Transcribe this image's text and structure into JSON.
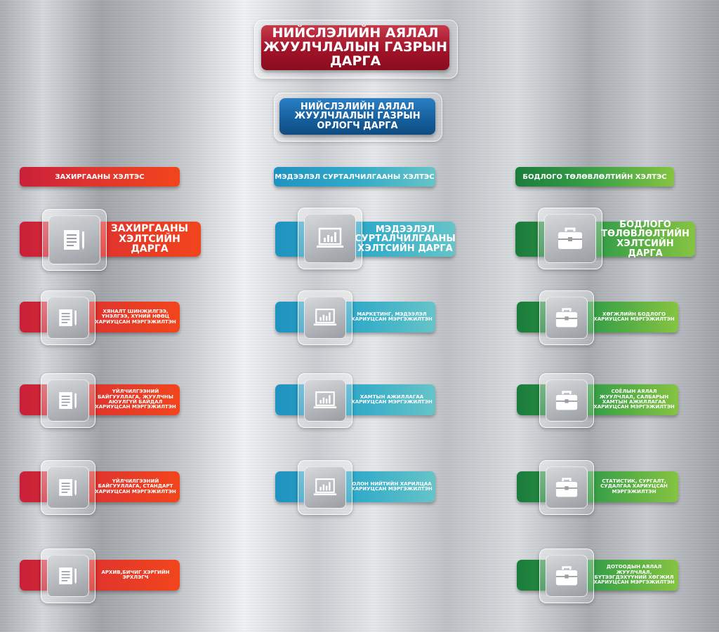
{
  "head": {
    "title": "НИЙСЛЭЛИЙН АЯЛАЛ ЖУУЛЧЛАЛЫН ГАЗРЫН ДАРГА",
    "deputy": "НИЙСЛЭЛИЙН АЯЛАЛ ЖУУЛЧЛАЛЫН ГАЗРЫН ОРЛОГЧ ДАРГА"
  },
  "departments": [
    {
      "name": "ЗАХИРГААНЫ ХЭЛТЭС",
      "color": "#e0342e",
      "icon": "document-pen-icon",
      "head": "ЗАХИРГААНЫ ХЭЛТСИЙН ДАРГА",
      "roles": [
        "ХЯНАЛТ ШИНЖИЛГЭЭ, ҮНЭЛГЭЭ, ХҮНИЙ НӨӨЦ ХАРИУЦСАН МЭРГЭЖИЛТЭН",
        "ҮЙЛЧИЛГЭЭНИЙ БАЙГУУЛЛАГА, ЖУУЛЧНЫ АЮУЛГҮЙ БАЙДАЛ ХАРИУЦСАН МЭРГЭЖИЛТЭН",
        "ҮЙЛЧИЛГЭЭНИЙ БАЙГУУЛЛАГА, СТАНДАРТ ХАРИУЦСАН МЭРГЭЖИЛТЭН",
        "АРХИВ,БИЧИГ ХЭРГИЙН ЭРХЛЭГЧ"
      ]
    },
    {
      "name": "МЭДЭЭЛЭЛ СУРТАЛЧИЛГААНЫ ХЭЛТЭС",
      "color": "#31aac9",
      "icon": "presentation-chart-icon",
      "head": "МЭДЭЭЛЭЛ СУРТАЛЧИЛГААНЫ ХЭЛТСИЙН ДАРГА",
      "roles": [
        "МАРКЕТИНГ, МЭДЭЭЛЭЛ ХАРИУЦСАН МЭРГЭЖИЛТЭН",
        "ХАМТЫН АЖИЛЛАГАА ХАРИУЦСАН МЭРГЭЖИЛТЭН",
        "ОЛОН НИЙТИЙН ХАРИЛЦАА ХАРИУЦСАН МЭРГЭЖИЛТЭН"
      ]
    },
    {
      "name": "БОДЛОГО ТӨЛӨВЛӨЛТИЙН ХЭЛТЭС",
      "color": "#3aa146",
      "icon": "briefcase-icon",
      "head": "БОДЛОГО ТӨЛӨВЛӨЛТИЙН ХЭЛТСИЙН ДАРГА",
      "roles": [
        "ХӨГЖЛИЙН БОДЛОГО ХАРИУЦСАН МЭРГЭЖИЛТЭН",
        "СОЁЛЫН АЯЛАЛ ЖУУЛЧЛАЛ, САЛБАРЫН ХАМТЫН АЖИЛЛАГАА ХАРИУЦСАН МЭРГЭЖИЛТЭН",
        "СТАТИСТИК, СУРГАЛТ, СУДАЛГАА ХАРИУЦСАН МЭРГЭЖИЛТЭН",
        "ДОТООДЫН АЯЛАЛ ЖУУЛЧЛАЛ, БҮТЭЭГДЭХҮҮНИЙ ХӨГЖИЛ ХАРИУЦСАН МЭРГЭЖИЛТЭН"
      ]
    }
  ]
}
